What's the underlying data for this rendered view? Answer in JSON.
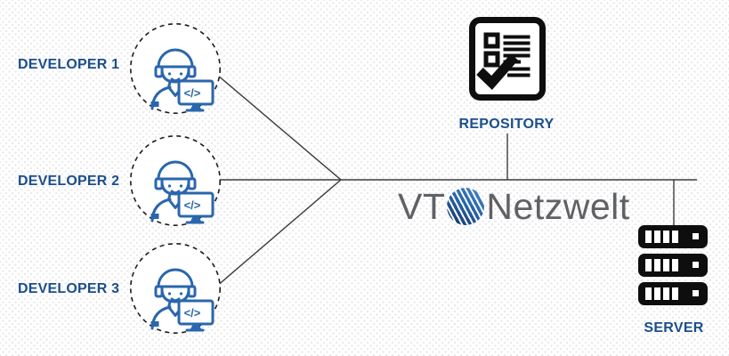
{
  "diagram": {
    "developers": [
      {
        "label": "DEVELOPER 1"
      },
      {
        "label": "DEVELOPER 2"
      },
      {
        "label": "DEVELOPER 3"
      }
    ],
    "dev_icon_glyph": "</>",
    "repository": {
      "label": "REPOSITORY"
    },
    "server": {
      "label": "SERVER"
    },
    "logo": {
      "prefix": "VT",
      "suffix": "Netzwelt"
    },
    "colors": {
      "label_blue": "#1b4e8c",
      "icon_blue": "#2a66ad",
      "line_gray": "#3b3b3b",
      "icon_black": "#0e0e0e",
      "logo_text_gray": "#5f6164",
      "globe_dark": "#12315c",
      "globe_light": "#4b8cca"
    }
  }
}
